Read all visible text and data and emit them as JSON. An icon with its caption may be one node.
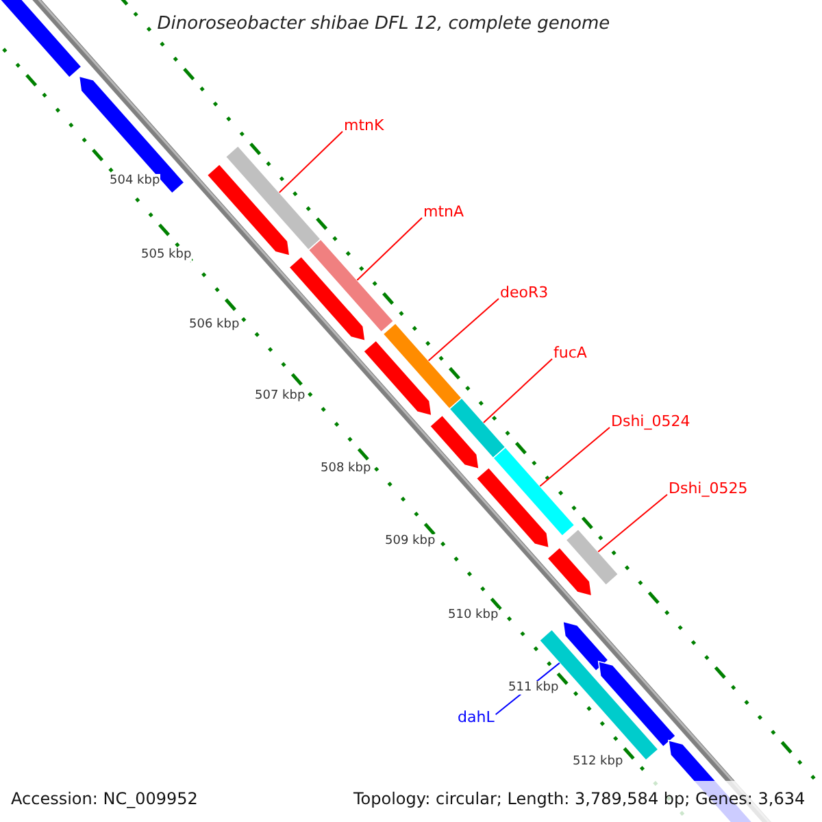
{
  "diagram": {
    "title": "Dinoroseobacter shibae DFL 12, complete genome",
    "nodes": [
      {
        "text": [
          "mtnK"
        ]
      },
      {
        "text": [
          "mtnA"
        ]
      },
      {
        "text": [
          "deoR3"
        ]
      },
      {
        "text": [
          "fucA"
        ]
      },
      {
        "text": [
          "Dshi_0524"
        ]
      },
      {
        "text": [
          "Dshi_0525"
        ]
      },
      {
        "text": [
          "dahL"
        ]
      },
      {
        "text": [],
        "shape": "bar"
      },
      {
        "text": [],
        "shape": "bar"
      },
      {
        "text": [],
        "shape": "bar"
      },
      {
        "text": [],
        "shape": "bar"
      },
      {
        "text": [],
        "shape": "bar"
      },
      {
        "text": [],
        "shape": "bar"
      },
      {
        "text": [],
        "shape": "bar"
      }
    ],
    "edges": [
      {
        "from": 0,
        "to": 7,
        "arrow": "none"
      },
      {
        "from": 1,
        "to": 8,
        "arrow": "none"
      },
      {
        "from": 2,
        "to": 9,
        "arrow": "none"
      },
      {
        "from": 3,
        "to": 10,
        "arrow": "none"
      },
      {
        "from": 4,
        "to": 11,
        "arrow": "none"
      },
      {
        "from": 5,
        "to": 12,
        "arrow": "none"
      },
      {
        "from": 6,
        "to": 13,
        "arrow": "none",
        "color": "#0000ff"
      }
    ],
    "labels": [
      "504 kbp",
      "505 kbp",
      "506 kbp",
      "507 kbp",
      "508 kbp",
      "509 kbp",
      "510 kbp",
      "511 kbp",
      "512 kbp",
      "Accession: NC_009952",
      "Topology: circular; Length: 3,789,584 bp; Genes: 3,634"
    ]
  }
}
